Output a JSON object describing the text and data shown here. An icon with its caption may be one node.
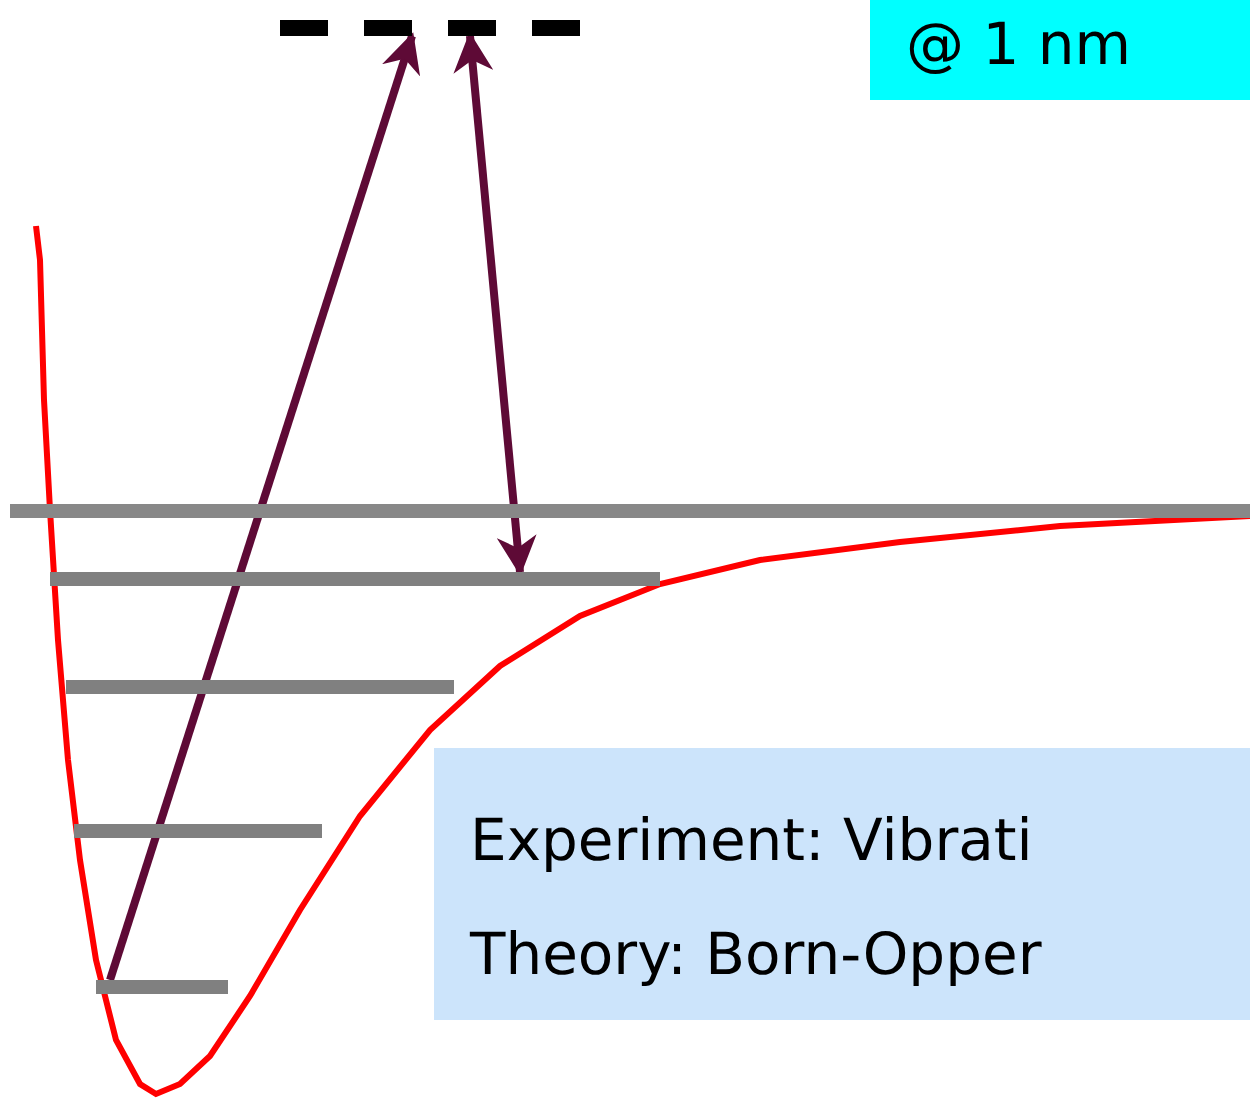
{
  "diagram": {
    "nodes": [
      {
        "text": [
          "@ 1 nm"
        ]
      },
      {
        "text": [],
        "shape": "bar"
      },
      {
        "text": [],
        "shape": "bar"
      },
      {
        "text": [],
        "shape": "bar"
      },
      {
        "text": [],
        "shape": "bar"
      },
      {
        "text": [],
        "shape": "bar"
      },
      {
        "text": [],
        "shape": "bar"
      },
      {
        "text": [
          "Experiment: Vibrati",
          "Theory: Born-Opper"
        ]
      }
    ],
    "edges": [
      {
        "from": 6,
        "to": 1,
        "arrow": "to"
      },
      {
        "from": 1,
        "to": 3,
        "arrow": "both"
      }
    ]
  }
}
